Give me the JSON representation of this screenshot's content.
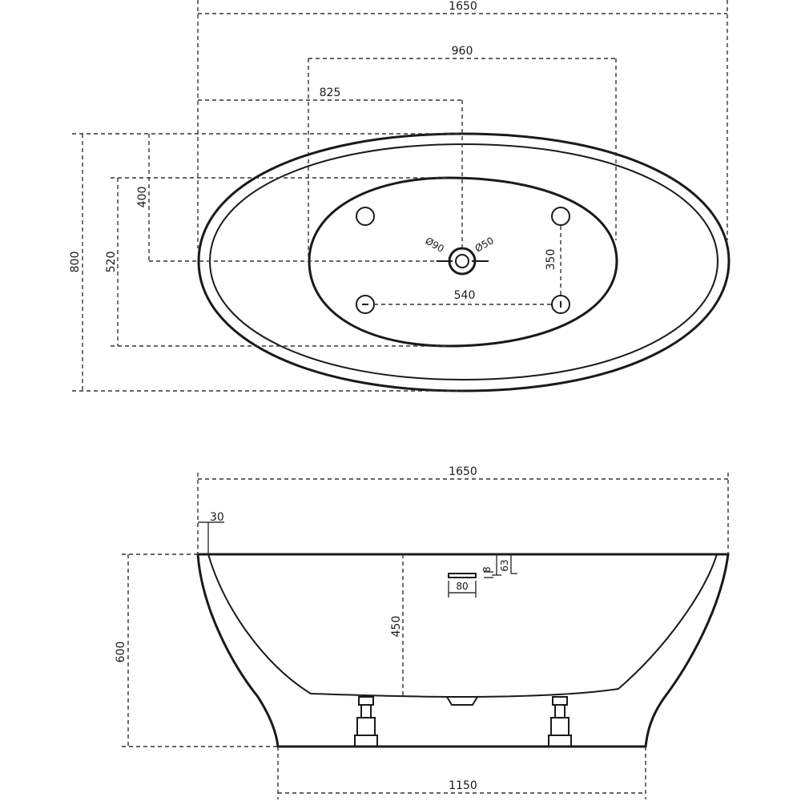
{
  "top_view": {
    "overall_length": "1650",
    "basin_length": "960",
    "drain_offset_x": "825",
    "overall_width": "800",
    "basin_width": "520",
    "drain_offset_y": "400",
    "drain_dia_outer": "Ø90",
    "drain_dia_inner": "Ø50",
    "feet_spacing_x": "540",
    "feet_spacing_y": "350"
  },
  "side_view": {
    "overall_length": "1650",
    "rim_offset": "30",
    "total_height": "600",
    "inner_depth": "450",
    "overflow_width": "80",
    "overflow_height": "8",
    "overflow_offset": "63",
    "base_length": "1150"
  }
}
